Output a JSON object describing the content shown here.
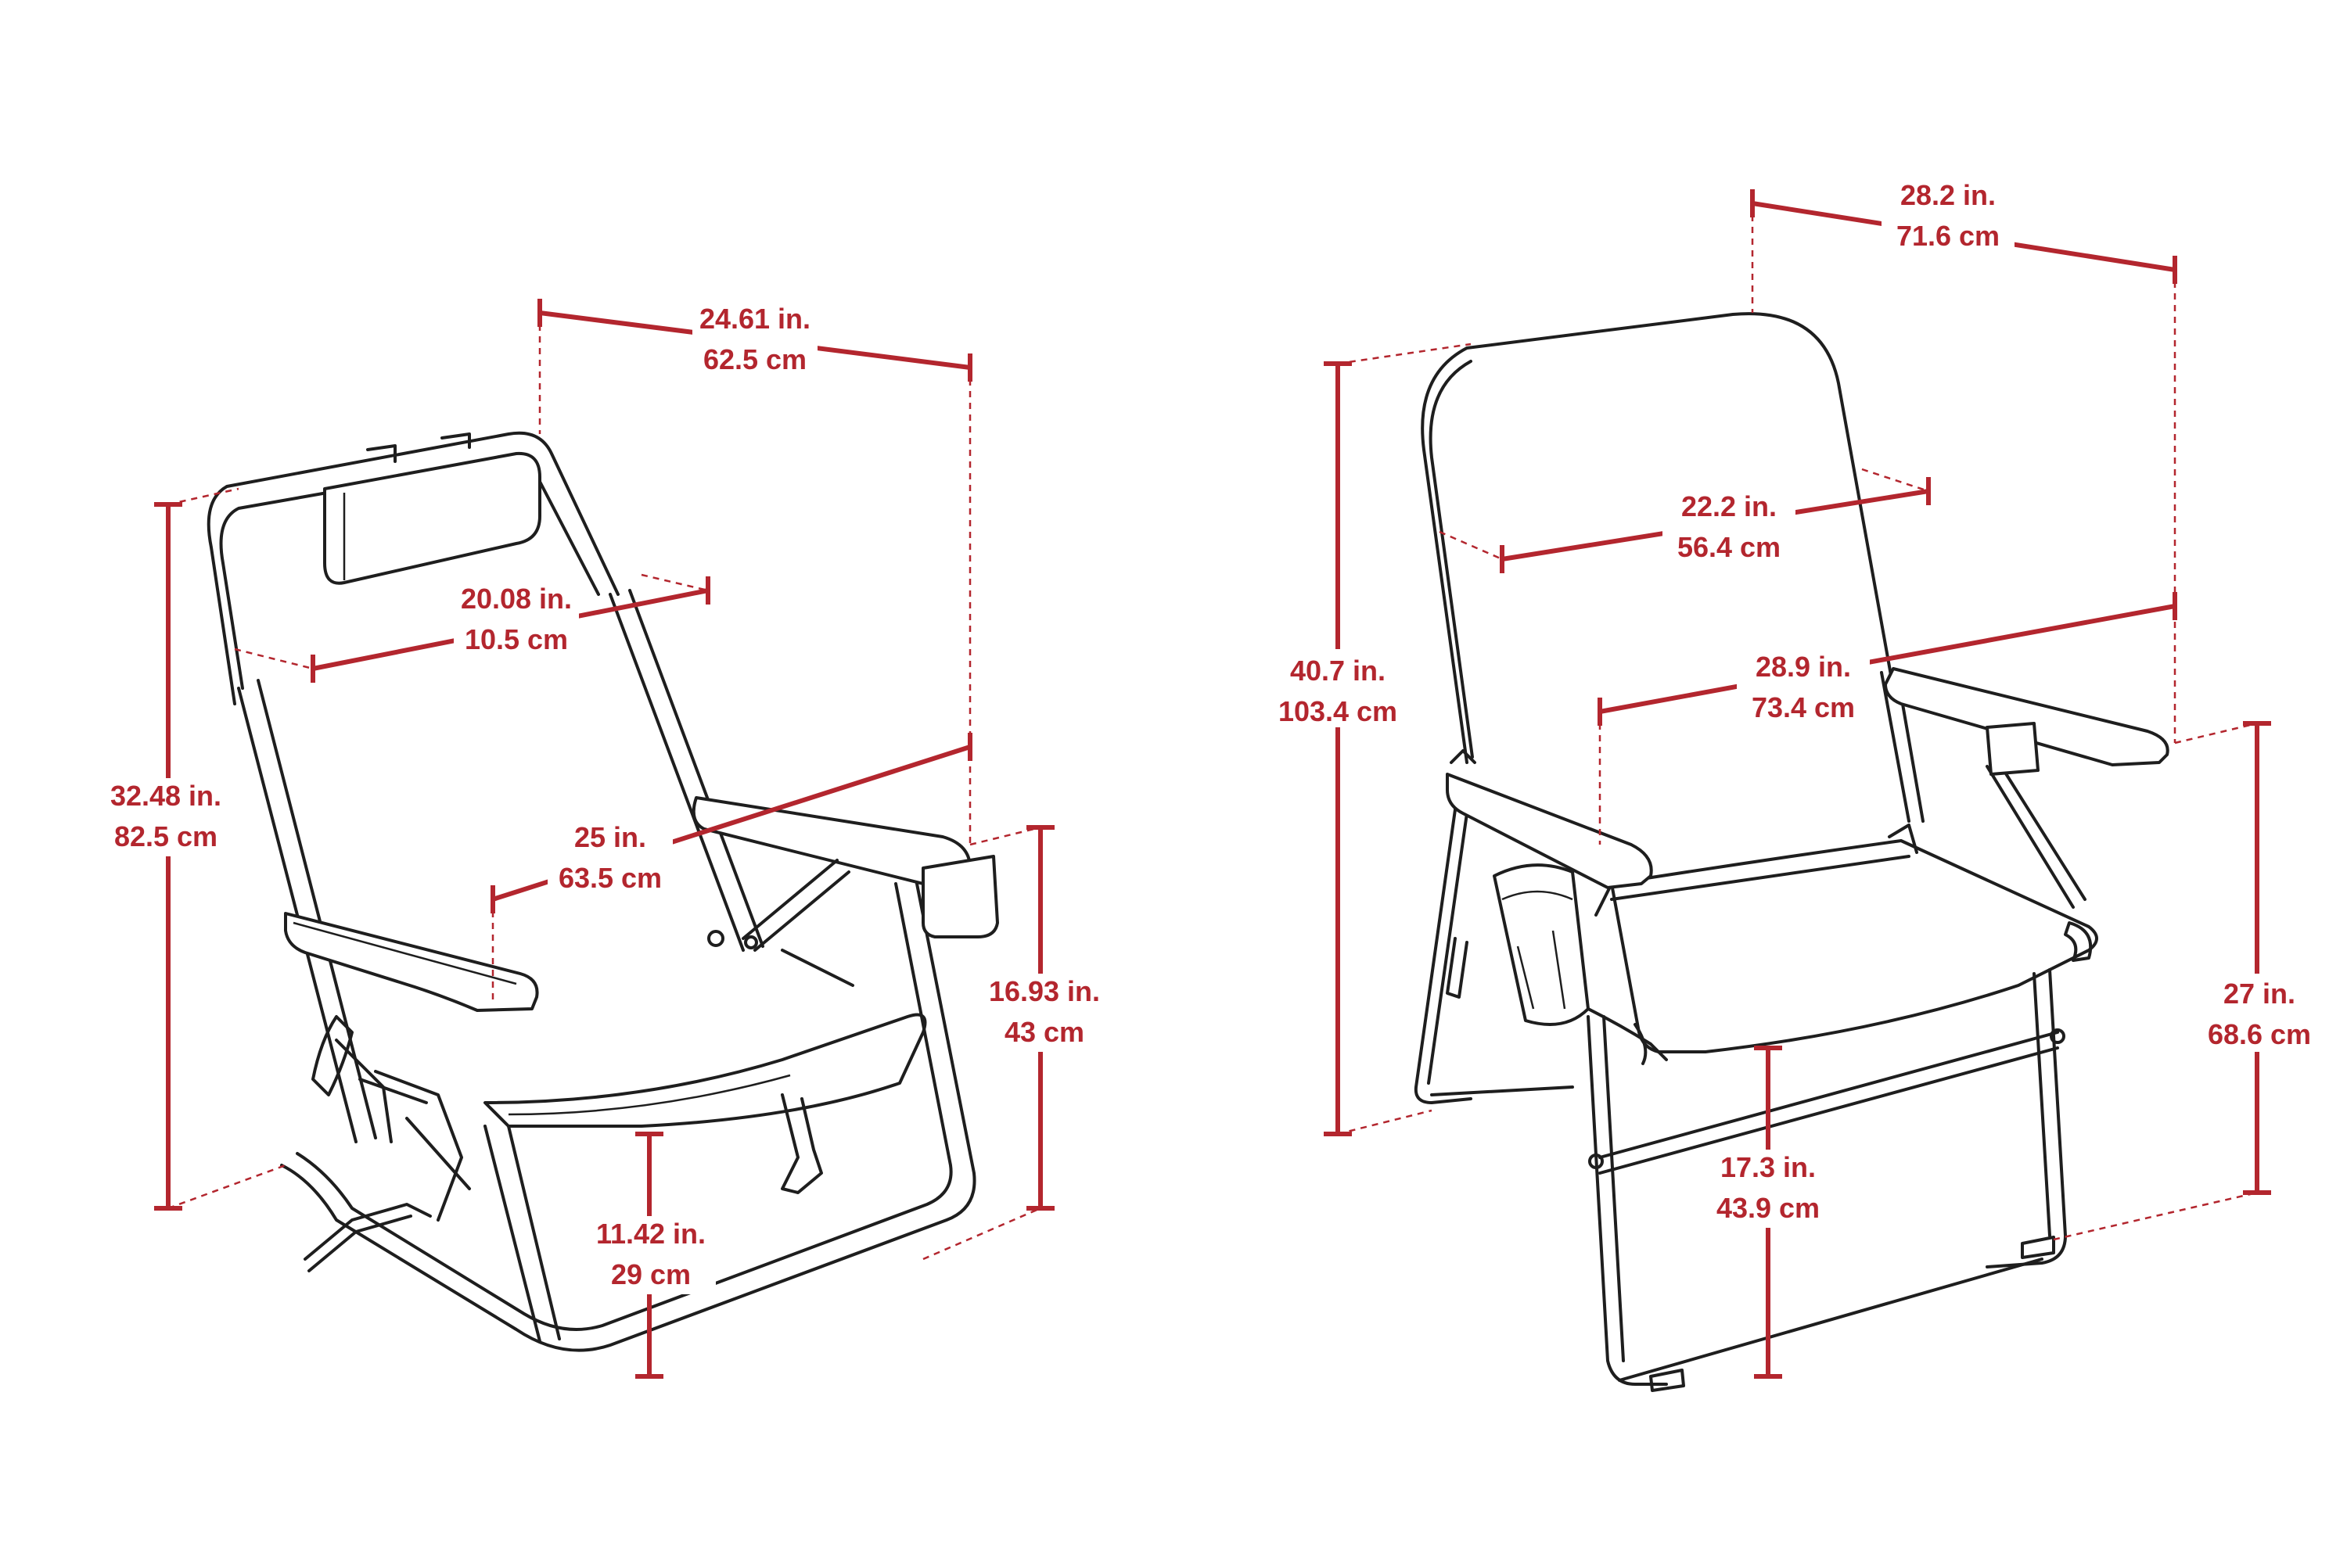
{
  "colors": {
    "dimension": "#b3262e",
    "line_art": "#1e1e1e",
    "background": "#ffffff"
  },
  "left_chair": {
    "depth_top": {
      "inches": "24.61 in.",
      "cm": "62.5 cm"
    },
    "back_width": {
      "inches": "20.08 in.",
      "cm": "10.5 cm"
    },
    "seat_width": {
      "inches": "25 in.",
      "cm": "63.5 cm"
    },
    "height": {
      "inches": "32.48 in.",
      "cm": "82.5 cm"
    },
    "arm_height": {
      "inches": "16.93 in.",
      "cm": "43 cm"
    },
    "seat_height": {
      "inches": "11.42 in.",
      "cm": "29 cm"
    }
  },
  "right_chair": {
    "depth_top": {
      "inches": "28.2 in.",
      "cm": "71.6 cm"
    },
    "back_width": {
      "inches": "22.2 in.",
      "cm": "56.4 cm"
    },
    "seat_width": {
      "inches": "28.9 in.",
      "cm": "73.4 cm"
    },
    "height": {
      "inches": "40.7 in.",
      "cm": "103.4 cm"
    },
    "arm_height": {
      "inches": "27 in.",
      "cm": "68.6 cm"
    },
    "seat_height": {
      "inches": "17.3 in.",
      "cm": "43.9 cm"
    }
  }
}
